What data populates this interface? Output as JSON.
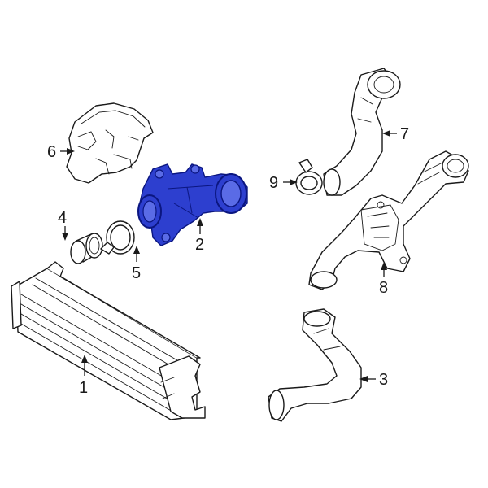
{
  "callouts": {
    "c1": "1",
    "c2": "2",
    "c3": "3",
    "c4": "4",
    "c5": "5",
    "c6": "6",
    "c7": "7",
    "c8": "8",
    "c9": "9"
  },
  "colors": {
    "highlight": "#2d3fcf",
    "highlight_dark": "#0b1680",
    "line": "#1a1a1a",
    "background": "#ffffff"
  }
}
